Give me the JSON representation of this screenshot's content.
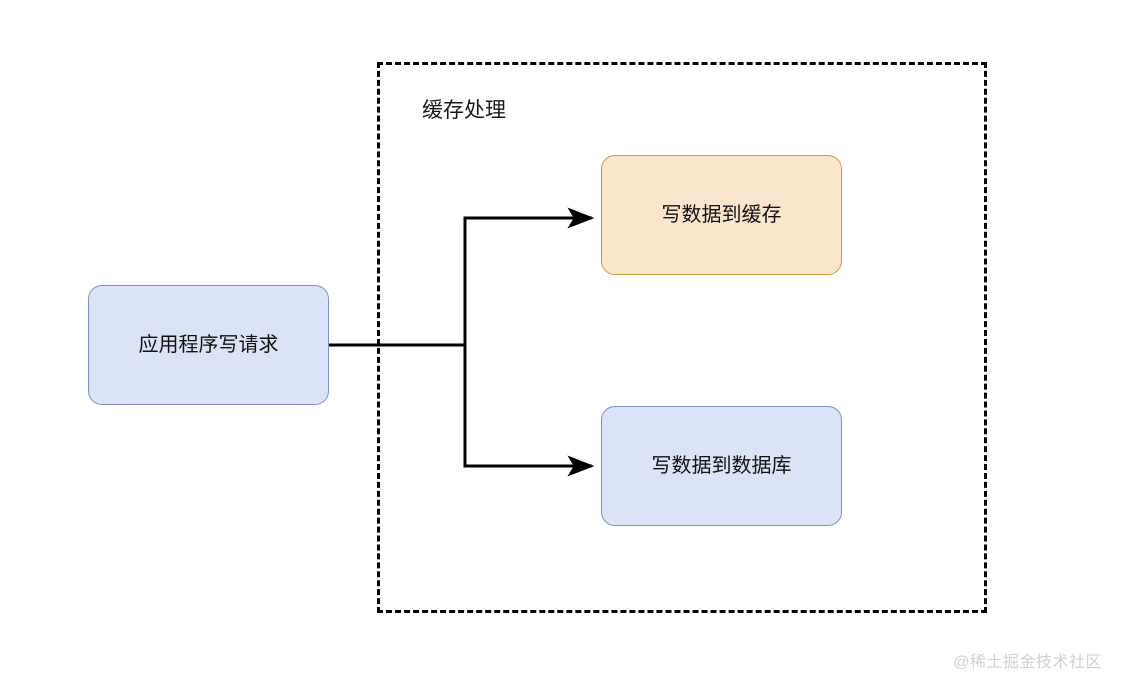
{
  "diagram": {
    "title_visible": false,
    "background_color": "#ffffff",
    "group": {
      "label": "缓存处理",
      "border_style": "dashed",
      "border_color": "#000000"
    },
    "nodes": [
      {
        "id": "app-write-request",
        "label": "应用程序写请求",
        "fill": "#dbe3f7",
        "stroke": "#7a92c2"
      },
      {
        "id": "write-to-cache",
        "label": "写数据到缓存",
        "fill": "#fbe5cd",
        "stroke": "#cf9b3c"
      },
      {
        "id": "write-to-database",
        "label": "写数据到数据库",
        "fill": "#dbe3f7",
        "stroke": "#7a92c2"
      }
    ],
    "edges": [
      {
        "id": "edge-app-to-cache",
        "from": "app-write-request",
        "to": "write-to-cache",
        "label": "",
        "style": "orthogonal",
        "color": "#000000"
      },
      {
        "id": "edge-app-to-database",
        "from": "app-write-request",
        "to": "write-to-database",
        "label": "",
        "style": "orthogonal",
        "color": "#000000"
      }
    ],
    "watermark": "@稀土掘金技术社区"
  }
}
